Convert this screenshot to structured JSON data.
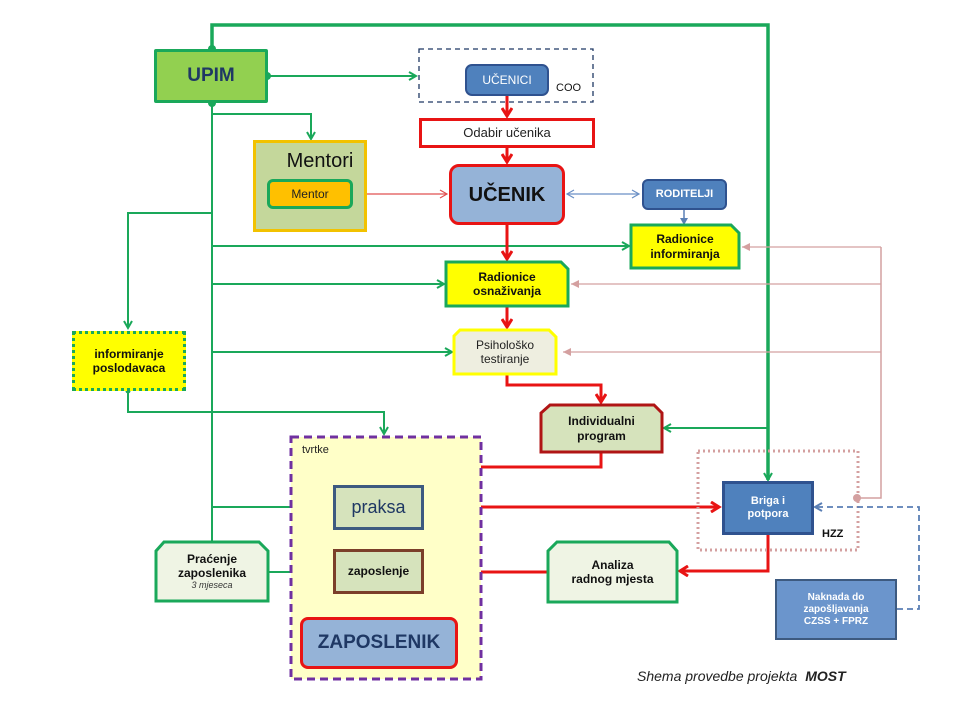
{
  "title": "Shema provedbe projekta",
  "title_project": "MOST",
  "colors": {
    "green_line": "#1aa85a",
    "red_line": "#e81414",
    "pink_line": "#d4a0a0",
    "blue_line": "#5a7fb5",
    "yellow_fill": "#ffff00",
    "light_green_fill": "#d6e3bc",
    "blue_fill": "#95b3d7",
    "dark_blue_fill": "#4f81bd",
    "orange_fill": "#ffc000",
    "upim_fill": "#92d050",
    "tvrtke_fill": "#ffffc8",
    "purple_border": "#7030a0"
  },
  "nodes": {
    "upim": "UPIM",
    "ucenici": "UČENICI",
    "coo": "COO",
    "odabir": "Odabir učenika",
    "mentori": "Mentori",
    "mentor": "Mentor",
    "ucenik": "UČENIK",
    "roditelji": "RODITELJI",
    "radionice_inf_1": "Radionice",
    "radionice_inf_2": "informiranja",
    "radionice_osn_1": "Radionice",
    "radionice_osn_2": "osnaživanja",
    "psiho_1": "Psihološko",
    "psiho_2": "testiranje",
    "inf_posl_1": "informiranje",
    "inf_posl_2": "poslodavaca",
    "ind_prog_1": "Individualni",
    "ind_prog_2": "program",
    "tvrtke": "tvrtke",
    "praksa": "praksa",
    "zaposlenje": "zaposlenje",
    "zaposlenik": "ZAPOSLENIK",
    "pracenje_1": "Praćenje",
    "pracenje_2": "zaposlenika",
    "pracenje_3": "3 mjeseca",
    "analiza_1": "Analiza",
    "analiza_2": "radnog mjesta",
    "briga_1": "Briga i",
    "briga_2": "potpora",
    "hzz": "HZZ",
    "naknada_1": "Naknada do",
    "naknada_2": "zapošljavanja",
    "naknada_3": "CZSS + FPRZ"
  }
}
